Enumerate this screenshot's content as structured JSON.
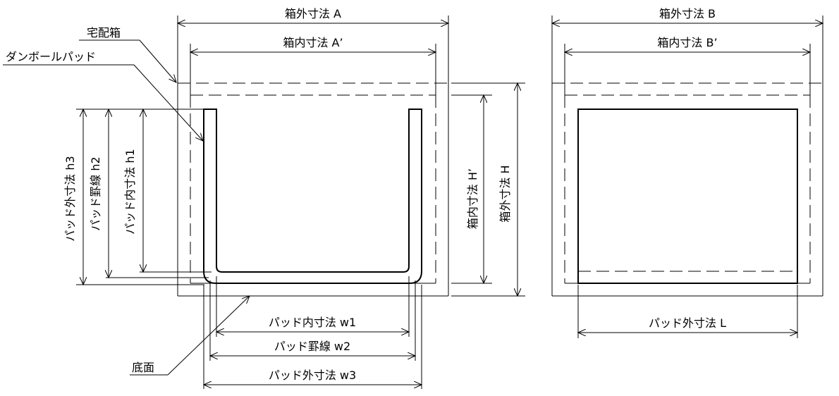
{
  "diagram": {
    "front_view": {
      "outer_width_label": "箱外寸法 A",
      "inner_width_label": "箱内寸法 A’",
      "box_label": "宅配箱",
      "pad_label": "ダンボールパッド",
      "bottom_label": "底面",
      "pad_h3_label": "パッド外寸法 h3",
      "pad_h2_label": "パッド罫線 h2",
      "pad_h1_label": "パッド内寸法 h1",
      "inner_height_label": "箱内寸法 H’",
      "outer_height_label": "箱外寸法 H",
      "pad_w1_label": "パッド内寸法 w1",
      "pad_w2_label": "パッド罫線 w2",
      "pad_w3_label": "パッド外寸法 w3"
    },
    "side_view": {
      "outer_width_label": "箱外寸法 B",
      "inner_width_label": "箱内寸法 B’",
      "pad_length_label": "パッド外寸法 L"
    }
  }
}
